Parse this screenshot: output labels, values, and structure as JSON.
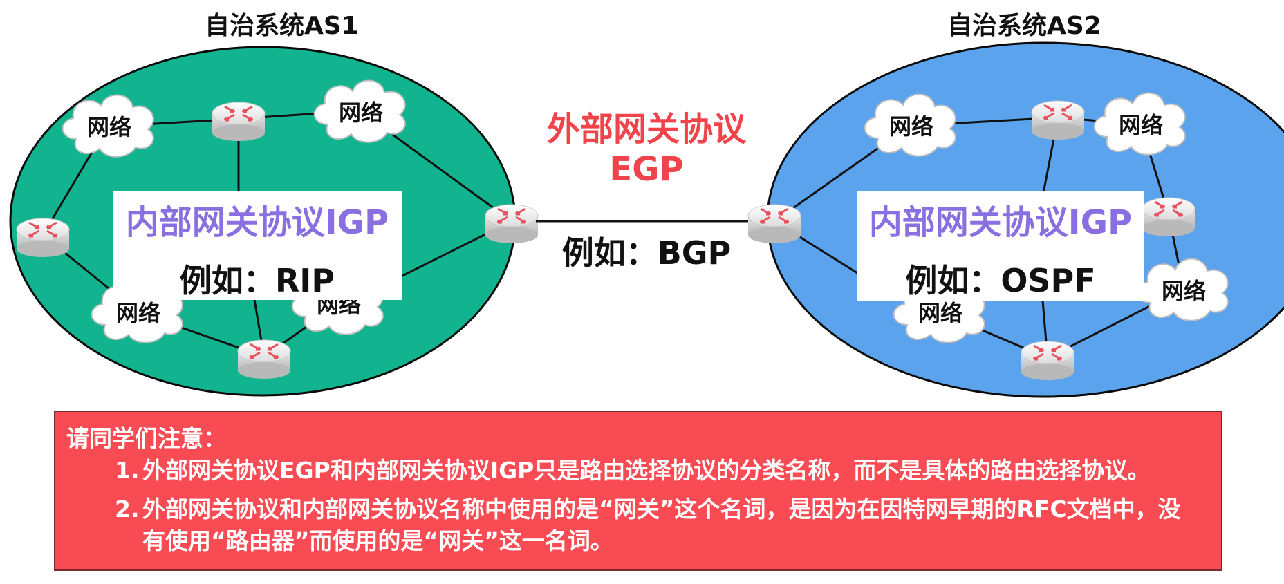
{
  "as1": {
    "title": "自治系统AS1",
    "color": "#12b48f",
    "igp_label": "内部网关协议IGP",
    "example": "例如：RIP",
    "network_label": "网络"
  },
  "as2": {
    "title": "自治系统AS2",
    "color": "#5ca3ee",
    "igp_label": "内部网关协议IGP",
    "example": "例如：OSPF",
    "network_label": "网络"
  },
  "egp": {
    "title_line1": "外部网关协议",
    "title_line2": "EGP",
    "example": "例如：BGP",
    "color": "#f0444c"
  },
  "note": {
    "background": "#f94b53",
    "title": "请同学们注意：",
    "items": [
      {
        "num": "1.",
        "text": "外部网关协议EGP和内部网关协议IGP只是路由选择协议的分类名称，而不是具体的路由选择协议。"
      },
      {
        "num": "2.",
        "text": "外部网关协议和内部网关协议名称中使用的是“网关”这个名词，是因为在因特网早期的RFC文档中，没有使用“路由器”而使用的是“网关”这一名词。"
      }
    ]
  },
  "icons": {
    "router": "router-icon",
    "network": "cloud-network-icon"
  }
}
